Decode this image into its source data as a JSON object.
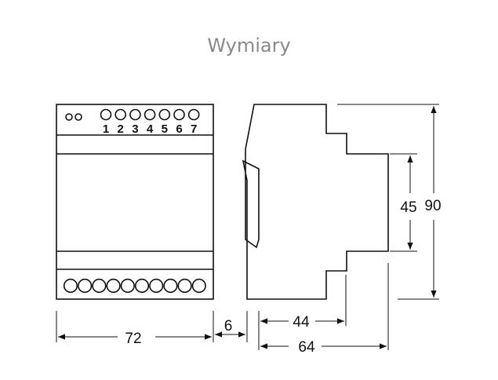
{
  "title": "Wymiary",
  "front_view": {
    "terminal_labels": [
      "1",
      "2",
      "3",
      "4",
      "5",
      "6",
      "7"
    ],
    "bottom_terminal_count": 10
  },
  "dimensions": {
    "width": "72",
    "gap": "6",
    "depth_inner": "44",
    "depth_total": "64",
    "height_inner": "45",
    "height_total": "90"
  },
  "colors": {
    "line": "#111111",
    "title": "#8a8a8a"
  }
}
